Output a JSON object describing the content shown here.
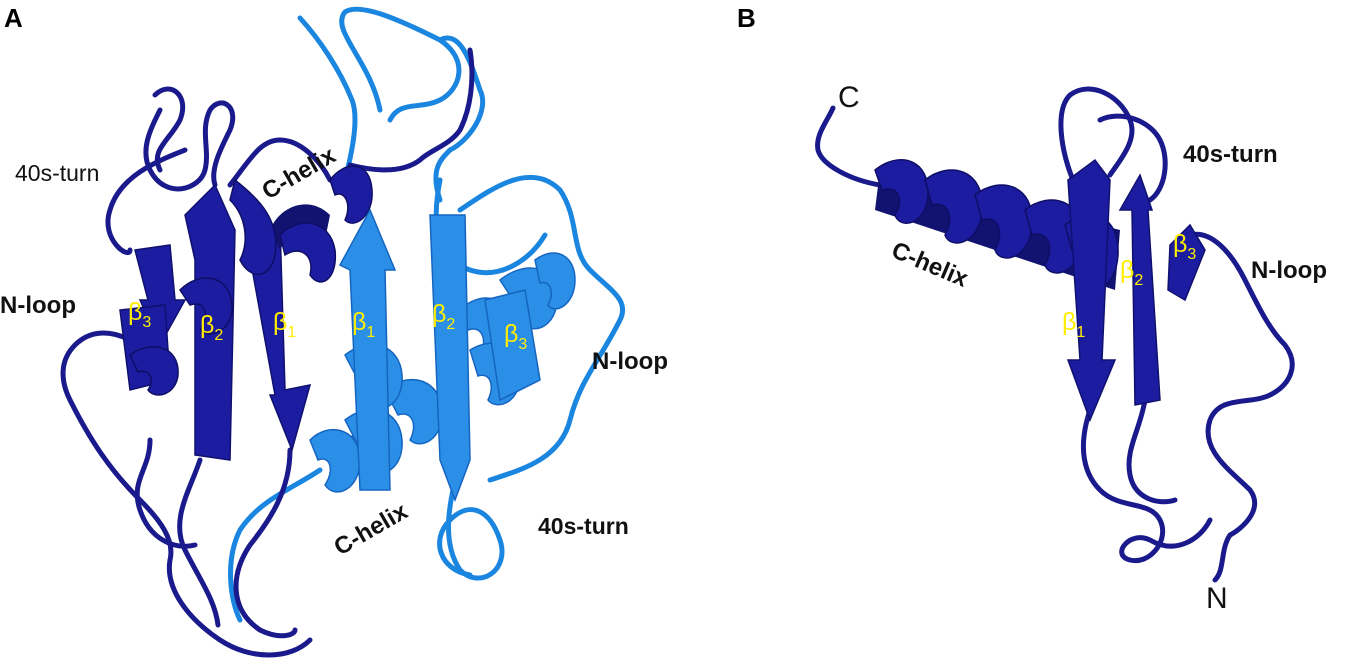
{
  "panel_a": {
    "panel_label": "A",
    "labels": {
      "turn_40s_left": "40s-turn",
      "c_helix_top": "C-helix",
      "n_loop_left": "N-loop",
      "n_loop_right": "N-loop",
      "c_helix_bottom": "C-helix",
      "turn_40s_right": "40s-turn"
    },
    "strands_dark": [
      {
        "name": "β",
        "index": "3"
      },
      {
        "name": "β",
        "index": "2"
      },
      {
        "name": "β",
        "index": "1"
      }
    ],
    "strands_light": [
      {
        "name": "β",
        "index": "1"
      },
      {
        "name": "β",
        "index": "2"
      },
      {
        "name": "β",
        "index": "3"
      }
    ]
  },
  "panel_b": {
    "panel_label": "B",
    "labels": {
      "c_terminus": "C",
      "n_terminus": "N",
      "turn_40s": "40s-turn",
      "c_helix": "C-helix",
      "n_loop": "N-loop"
    },
    "strands": [
      {
        "name": "β",
        "index": "1"
      },
      {
        "name": "β",
        "index": "2"
      },
      {
        "name": "β",
        "index": "3"
      }
    ]
  },
  "colors": {
    "chain_dark": "#1c1ca0",
    "chain_light": "#2b8fe8",
    "strand_label": "#ffee00"
  }
}
